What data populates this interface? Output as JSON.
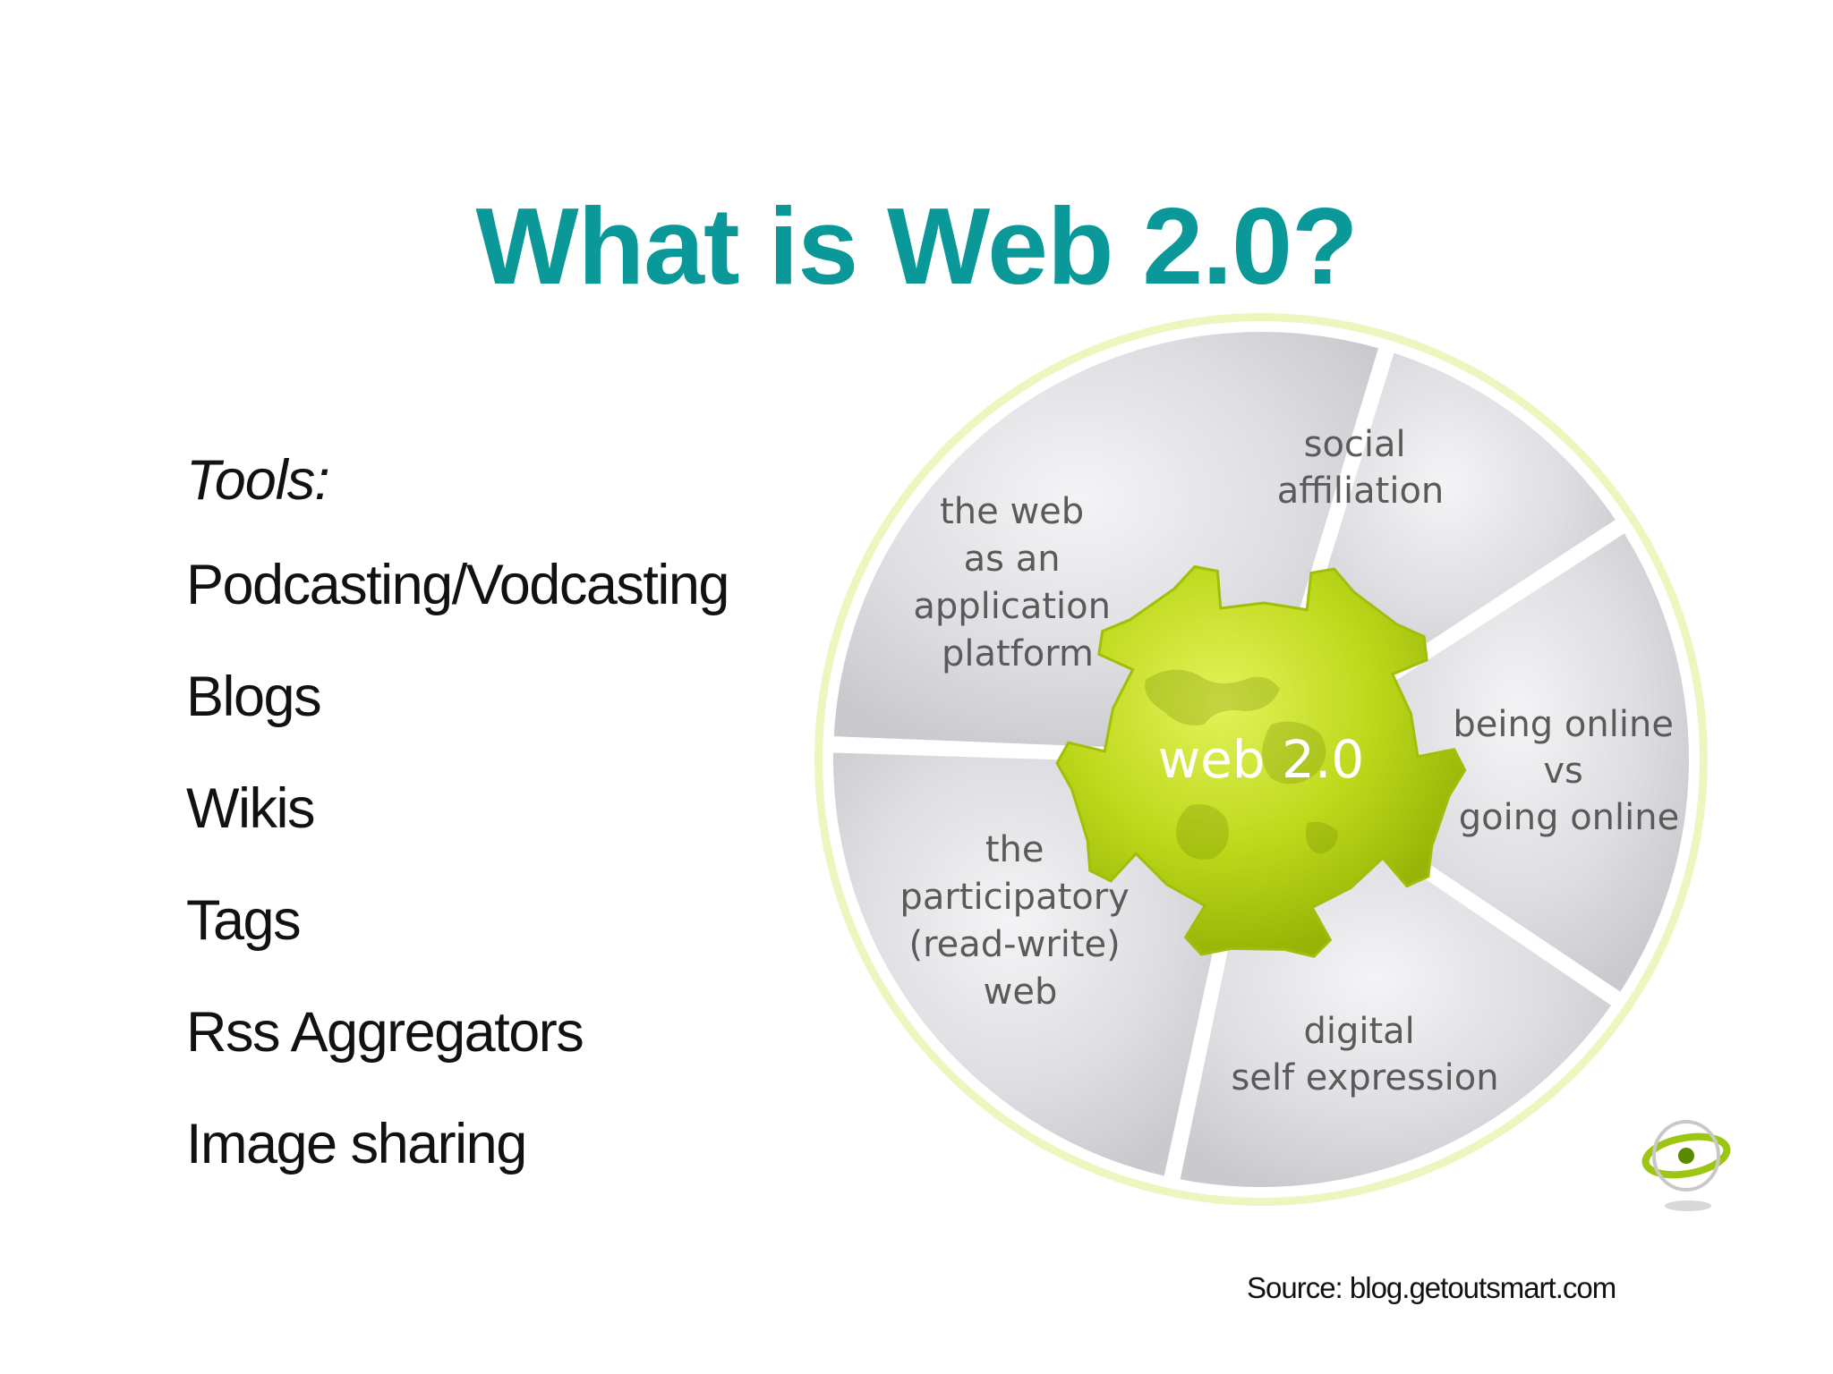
{
  "slide": {
    "title": "What is Web 2.0?",
    "tools_heading": "Tools:",
    "tools": [
      "Podcasting/Vodcasting",
      "Blogs",
      "Wikis",
      "Tags",
      "Rss Aggregators",
      "Image sharing"
    ],
    "source": "Source: blog.getoutsmart.com"
  },
  "diagram": {
    "hub_label": "web 2.0",
    "segments": [
      {
        "lines": [
          "social",
          "affiliation"
        ]
      },
      {
        "lines": [
          "being online",
          "vs",
          "going online"
        ]
      },
      {
        "lines": [
          "digital",
          "self expression"
        ]
      },
      {
        "lines": [
          "the",
          "participatory",
          "(read-write)",
          "web"
        ]
      },
      {
        "lines": [
          "the web",
          "as an",
          "application",
          "platform"
        ]
      }
    ],
    "colors": {
      "title": "#0a9898",
      "hub_green": "#b5d30f",
      "segment_gray": "#dcdcdf",
      "ring": "#eef6bf",
      "segment_text": "#5a5a5a"
    },
    "logo_icon": "atom-logo-icon"
  }
}
